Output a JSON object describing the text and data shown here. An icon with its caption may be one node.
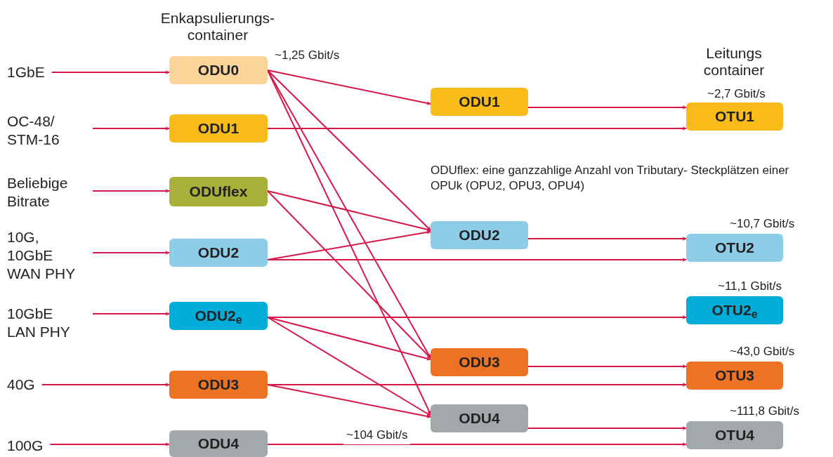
{
  "diagram": {
    "nodes": [
      {
        "text": [
          "1GbE"
        ]
      },
      {
        "text": [
          "OC-48/ STM-16"
        ]
      },
      {
        "text": [
          "Beliebige Bitrate"
        ]
      },
      {
        "text": [
          "10G, 10GbE WAN PHY"
        ]
      },
      {
        "text": [
          "10GbE LAN PHY"
        ]
      },
      {
        "text": [
          "40G"
        ]
      },
      {
        "text": [
          "100G"
        ]
      },
      {
        "text": [
          "ODU0"
        ],
        "beside": [
          "~1,25 Gbit/s"
        ]
      },
      {
        "text": [
          "ODU1"
        ]
      },
      {
        "text": [
          "ODUflex"
        ]
      },
      {
        "text": [
          "ODU2"
        ]
      },
      {
        "text": [
          "ODU2$_{e}$"
        ]
      },
      {
        "text": [
          "ODU3"
        ]
      },
      {
        "text": [
          "ODU4"
        ]
      },
      {
        "text": [
          "ODU1"
        ]
      },
      {
        "text": [
          "ODU2"
        ]
      },
      {
        "text": [
          "ODU3"
        ]
      },
      {
        "text": [
          "ODU4"
        ]
      },
      {
        "text": [
          "OTU1"
        ],
        "beside": [
          "~2,7 Gbit/s"
        ]
      },
      {
        "text": [
          "OTU2"
        ],
        "beside": [
          "~10,7 Gbit/s"
        ]
      },
      {
        "text": [
          "OTU2$_{e}$"
        ],
        "beside": [
          "~11,1 Gbit/s"
        ]
      },
      {
        "text": [
          "OTU3"
        ],
        "beside": [
          "~43,0 Gbit/s"
        ]
      },
      {
        "text": [
          "OTU4"
        ],
        "beside": [
          "~111,8 Gbit/s"
        ]
      }
    ],
    "edges": [
      {
        "from": 0,
        "to": 7,
        "arrow": "to"
      },
      {
        "from": 1,
        "to": 8,
        "arrow": "to"
      },
      {
        "from": 2,
        "to": 9,
        "arrow": "to"
      },
      {
        "from": 3,
        "to": 10,
        "arrow": "to"
      },
      {
        "from": 4,
        "to": 11,
        "arrow": "to"
      },
      {
        "from": 5,
        "to": 12,
        "arrow": "to"
      },
      {
        "from": 6,
        "to": 13,
        "arrow": "to"
      },
      {
        "from": 7,
        "to": 14,
        "arrow": "to"
      },
      {
        "from": 7,
        "to": 15,
        "arrow": "to"
      },
      {
        "from": 7,
        "to": 16,
        "arrow": "to"
      },
      {
        "from": 7,
        "to": 17,
        "arrow": "to"
      },
      {
        "from": 8,
        "to": 18,
        "arrow": "to"
      },
      {
        "from": 9,
        "to": 15,
        "arrow": "to"
      },
      {
        "from": 9,
        "to": 16,
        "arrow": "to"
      },
      {
        "from": 10,
        "to": 15,
        "arrow": "to"
      },
      {
        "from": 10,
        "to": 19,
        "arrow": "to"
      },
      {
        "from": 11,
        "to": 20,
        "arrow": "to"
      },
      {
        "from": 11,
        "to": 16,
        "arrow": "to"
      },
      {
        "from": 11,
        "to": 17,
        "arrow": "to"
      },
      {
        "from": 12,
        "to": 21,
        "arrow": "to"
      },
      {
        "from": 12,
        "to": 17,
        "arrow": "to"
      },
      {
        "from": 13,
        "to": 22,
        "arrow": "to",
        "label": "~104 Gbit/s"
      },
      {
        "from": 14,
        "to": 18,
        "arrow": "to"
      },
      {
        "from": 15,
        "to": 19,
        "arrow": "to"
      },
      {
        "from": 16,
        "to": 21,
        "arrow": "to"
      },
      {
        "from": 17,
        "to": 22,
        "arrow": "to"
      }
    ],
    "labels": [
      "Enkapsulierungs- container",
      "Leitungs container",
      "ODUflex: eine ganzzahlige Anzahl von Tributary- Steckplätzen einer OPUk (OPU2, OPU3, OPU4)"
    ]
  }
}
